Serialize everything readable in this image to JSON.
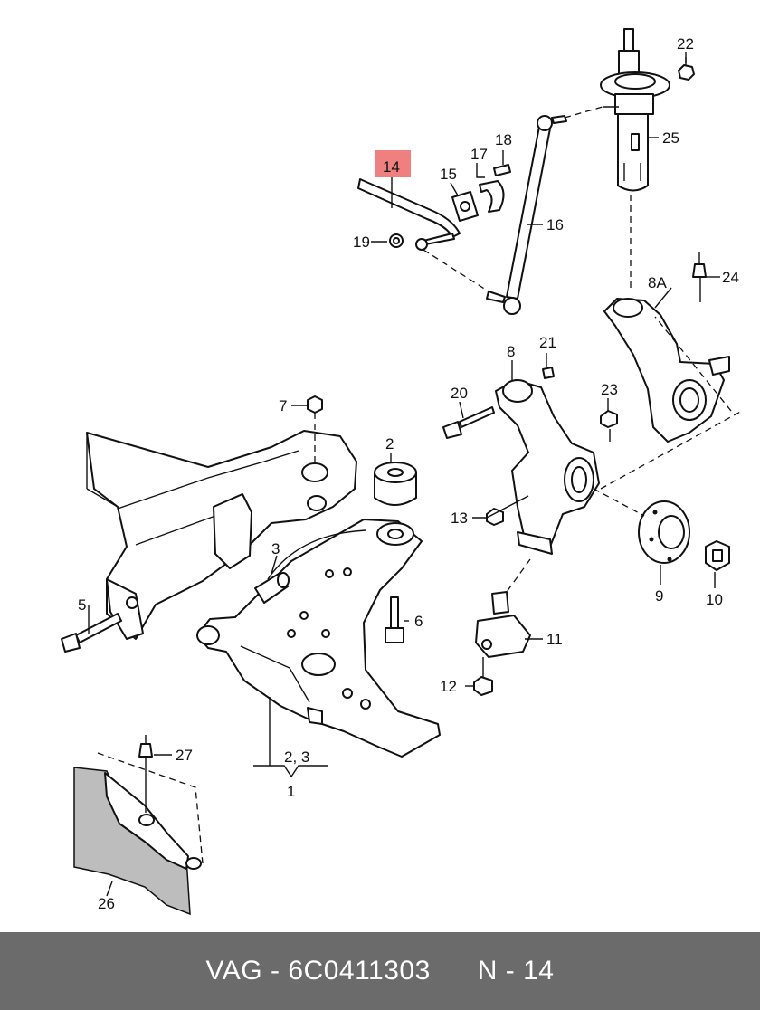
{
  "diagram": {
    "highlight_color": "#f08080",
    "highlighted_callout": "14",
    "callouts": {
      "c1": "1",
      "c23": "2, 3",
      "c2": "2",
      "c3": "3",
      "c5": "5",
      "c6": "6",
      "c7": "7",
      "c8": "8",
      "c8a": "8A",
      "c9": "9",
      "c10": "10",
      "c11": "11",
      "c12": "12",
      "c13": "13",
      "c14": "14",
      "c15": "15",
      "c16": "16",
      "c17": "17",
      "c18": "18",
      "c19": "19",
      "c20": "20",
      "c21": "21",
      "c22": "22",
      "c23b": "23",
      "c24": "24",
      "c25": "25",
      "c26": "26",
      "c27": "27"
    }
  },
  "footer": {
    "brand": "VAG",
    "separator": "-",
    "part_number": "6C0411303",
    "page": "N - 14",
    "background": "#6b6b6b"
  }
}
